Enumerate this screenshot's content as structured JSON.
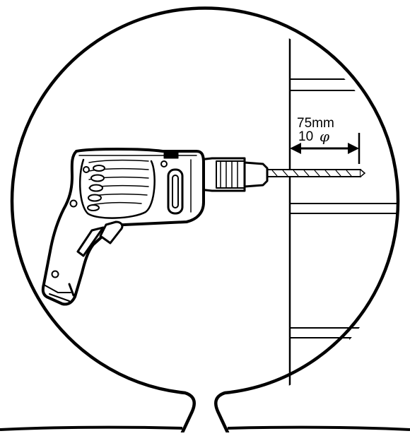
{
  "diagram": {
    "dimension": {
      "depth_text": "75mm",
      "diameter_number": "10",
      "diameter_symbol": "φ"
    },
    "colors": {
      "line": "#000000",
      "background": "#ffffff",
      "drill_body": "#ffffff"
    },
    "icons": [
      "drill-icon",
      "wall-icon",
      "drill-bit-icon",
      "dimension-arrow-icon"
    ]
  }
}
